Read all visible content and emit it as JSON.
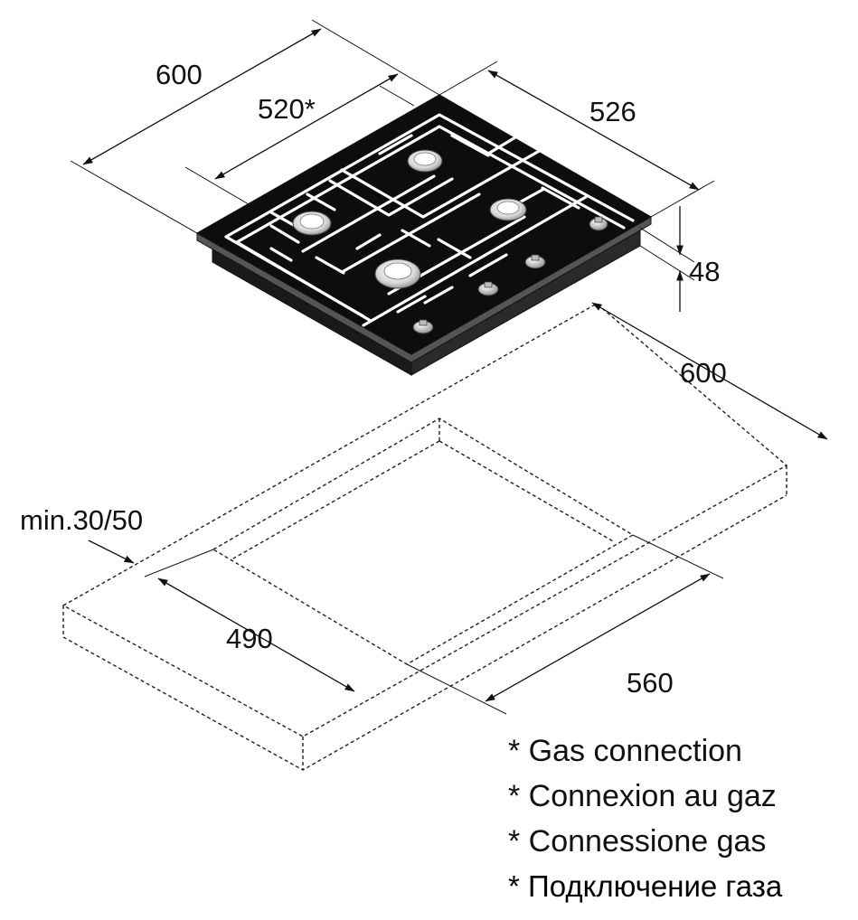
{
  "dimensions": {
    "hob_width": "600",
    "gas_connection_offset": "520*",
    "hob_depth": "526",
    "hob_height": "48",
    "worktop_depth": "600",
    "worktop_thickness": "min.30/50",
    "cutout_depth": "490",
    "cutout_width": "560"
  },
  "legend": [
    "* Gas connection",
    "* Connexion au gaz",
    "* Connessione gas",
    "* Подключение газа"
  ],
  "colors": {
    "hob_glass": "#0d0d0d",
    "lines": "#111111",
    "burner": "#f2f2f2"
  }
}
